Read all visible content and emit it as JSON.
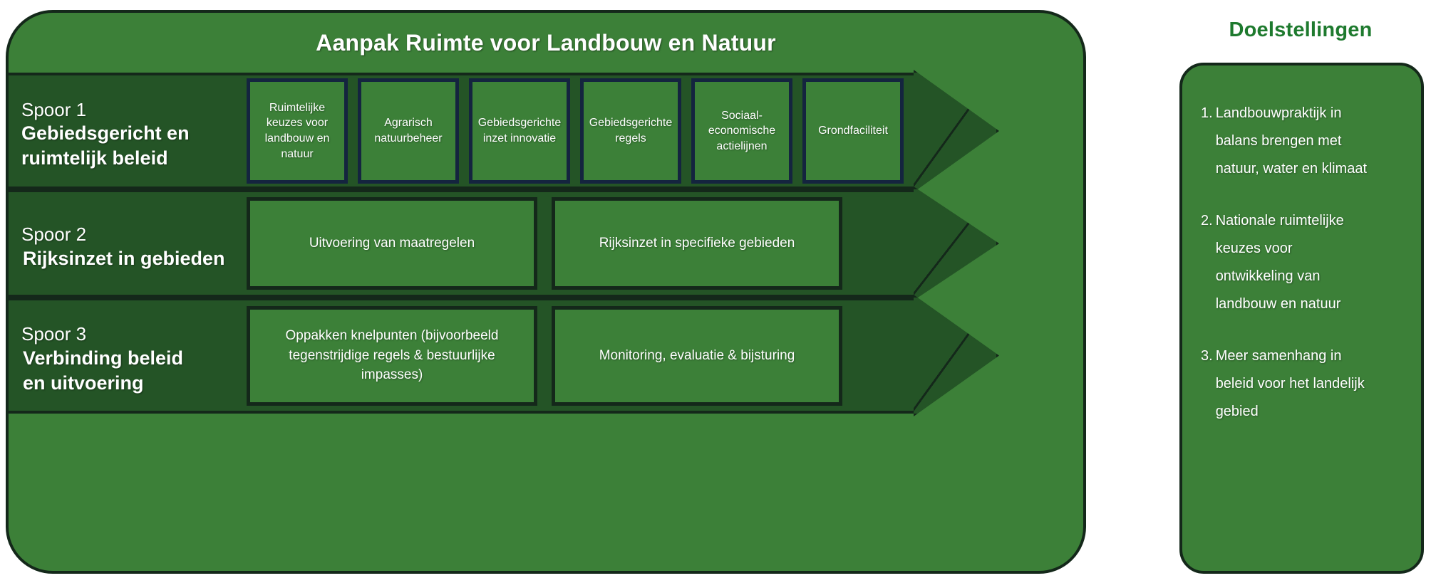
{
  "colors": {
    "panel_green": "#3c8038",
    "row_dark_green": "#245426",
    "outline_dark": "#14281a",
    "box_navy_border": "#14243f",
    "heading_green": "#1e7a2e",
    "text_white": "#ffffff"
  },
  "main": {
    "title": "Aanpak Ruimte voor Landbouw en Natuur",
    "rows": [
      {
        "kicker": "Spoor 1",
        "title": "Gebiedsgericht en\nruimtelijk beleid",
        "boxes": [
          "Ruimtelijke\nkeuzes voor\nlandbouw en\nnatuur",
          "Agrarisch\nnatuurbeheer",
          "Gebiedsgerichte\ninzet innovatie",
          "Gebiedsgerichte\nregels",
          "Sociaal-\neconomische\nactielijnen",
          "Grondfaciliteit"
        ]
      },
      {
        "kicker": "Spoor 2",
        "title": "Rijksinzet in gebieden",
        "boxes": [
          "Uitvoering van maatregelen",
          "Rijksinzet in specifieke gebieden"
        ]
      },
      {
        "kicker": "Spoor 3",
        "title": "Verbinding beleid\n en uitvoering",
        "boxes": [
          "Oppakken knelpunten (bijvoorbeeld\ntegenstrijdige regels & bestuurlijke impasses)",
          "Monitoring,  evaluatie & bijsturing"
        ]
      }
    ]
  },
  "goals": {
    "heading": "Doelstellingen",
    "items": [
      {
        "num": "1.",
        "text": "Landbouwpraktijk in\nbalans  brengen met\nnatuur, water en klimaat"
      },
      {
        "num": "2.",
        "text": "Nationale ruimtelijke\nkeuzes voor\nontwikkeling van\nlandbouw en natuur"
      },
      {
        "num": "3.",
        "text": "Meer samenhang in\nbeleid voor het landelijk\ngebied"
      }
    ]
  }
}
